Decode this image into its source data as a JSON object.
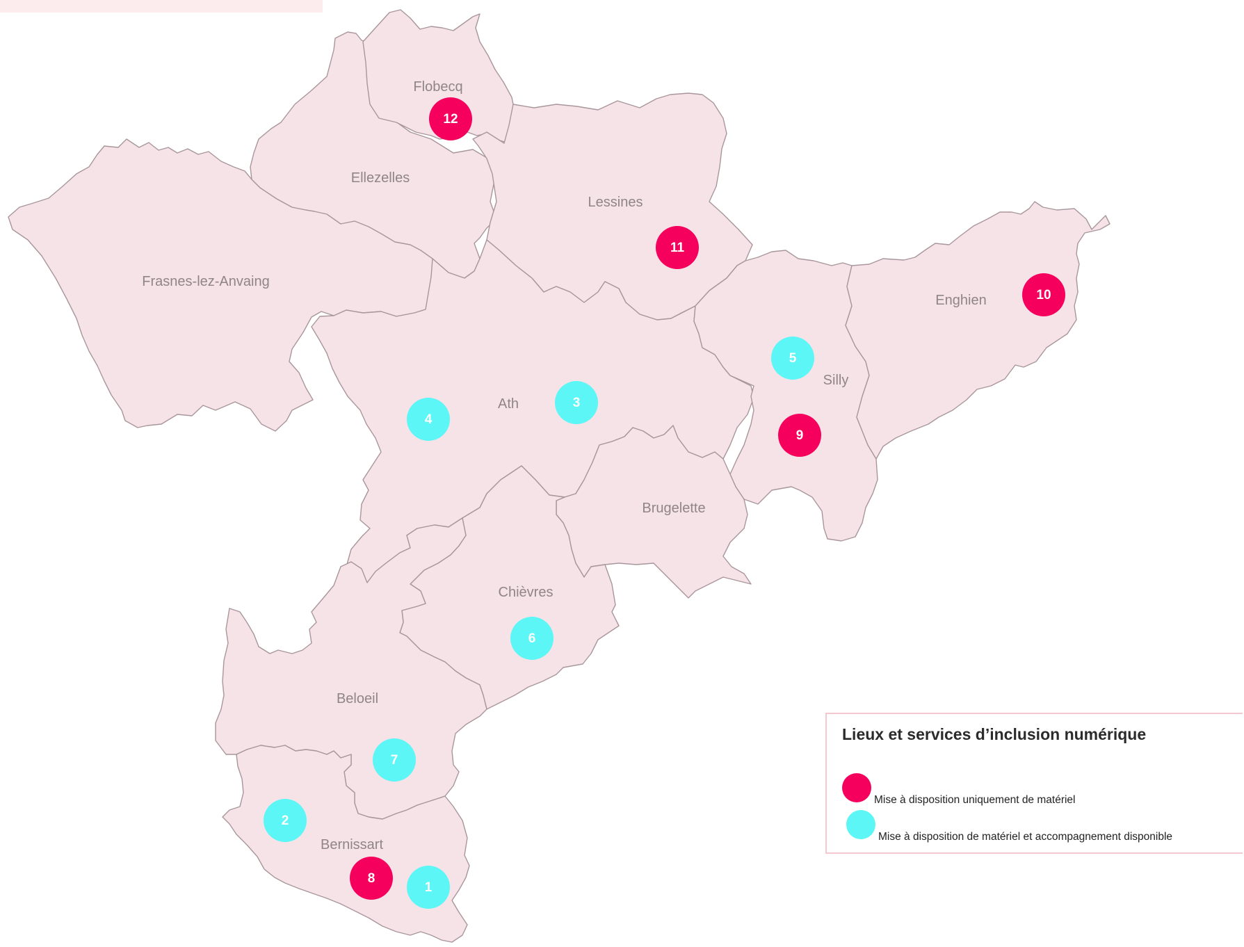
{
  "map": {
    "place_labels": {
      "flobecq": "Flobecq",
      "ellezelles": "Ellezelles",
      "lessines": "Lessines",
      "frasnes": "Frasnes-lez-Anvaing",
      "enghien": "Enghien",
      "silly": "Silly",
      "ath": "Ath",
      "brugelette": "Brugelette",
      "chievres": "Chièvres",
      "beloeil": "Beloeil",
      "bernissart": "Bernissart"
    },
    "markers": {
      "m1": {
        "label": "1",
        "type": "accompagnement"
      },
      "m2": {
        "label": "2",
        "type": "accompagnement"
      },
      "m3": {
        "label": "3",
        "type": "accompagnement"
      },
      "m4": {
        "label": "4",
        "type": "accompagnement"
      },
      "m5": {
        "label": "5",
        "type": "accompagnement"
      },
      "m6": {
        "label": "6",
        "type": "accompagnement"
      },
      "m7": {
        "label": "7",
        "type": "accompagnement"
      },
      "m8": {
        "label": "8",
        "type": "materiel"
      },
      "m9": {
        "label": "9",
        "type": "materiel"
      },
      "m10": {
        "label": "10",
        "type": "materiel"
      },
      "m11": {
        "label": "11",
        "type": "materiel"
      },
      "m12": {
        "label": "12",
        "type": "materiel"
      }
    }
  },
  "legend": {
    "title": "Lieux et services d’inclusion numérique",
    "items": [
      {
        "label": "Mise à disposition uniquement de matériel",
        "color": "#f5005d"
      },
      {
        "label": "Mise à disposition de matériel et accompagnement disponible",
        "color": "#5cf6f6"
      }
    ]
  },
  "colors": {
    "region_fill": "#f6e3e7",
    "region_border": "#a8969c",
    "materiel": "#f5005d",
    "accompagnement": "#5cf6f6"
  }
}
